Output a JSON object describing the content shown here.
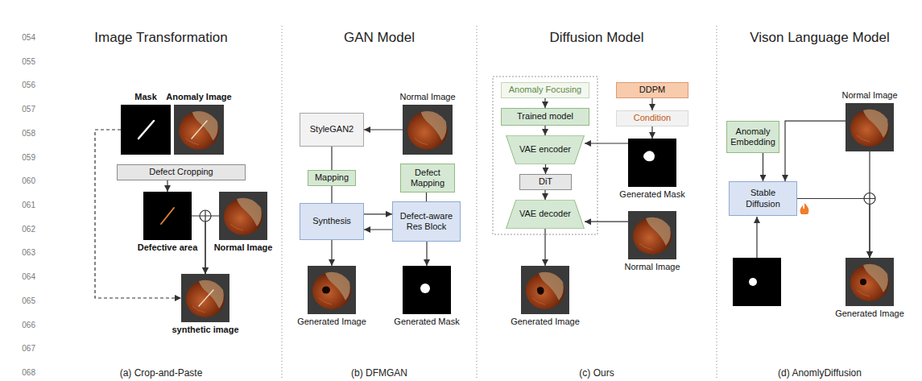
{
  "diagram": {
    "nodes": [
      {
        "text": [
          "Mask"
        ]
      },
      {
        "text": [
          "Anomaly Image"
        ]
      },
      {
        "text": [
          "Defect Cropping"
        ]
      },
      {
        "text": [
          "Defective area"
        ]
      },
      {
        "text": [
          "Normal Image"
        ]
      },
      {
        "text": [
          "synthetic image"
        ]
      },
      {
        "text": [
          "StyleGAN2"
        ]
      },
      {
        "text": [
          "Normal Image"
        ]
      },
      {
        "text": [
          "Mapping"
        ]
      },
      {
        "text": [
          "Defect Mapping"
        ]
      },
      {
        "text": [
          "Synthesis"
        ]
      },
      {
        "text": [
          "Defect-aware Res Block"
        ]
      },
      {
        "text": [
          "Generated Image"
        ]
      },
      {
        "text": [
          "Generated Mask"
        ]
      },
      {
        "text": [
          "Anomaly Focusing"
        ]
      },
      {
        "text": [
          "DDPM"
        ]
      },
      {
        "text": [
          "Trained model"
        ]
      },
      {
        "text": [
          "Condition"
        ]
      },
      {
        "text": [
          "VAE encoder"
        ]
      },
      {
        "text": [
          "Generated Mask"
        ]
      },
      {
        "text": [
          "DiT"
        ]
      },
      {
        "text": [
          "VAE decoder"
        ]
      },
      {
        "text": [
          "Normal Image"
        ]
      },
      {
        "text": [
          "Generated Image"
        ]
      },
      {
        "text": [
          "Anomaly Embedding"
        ]
      },
      {
        "text": [
          "Normal Image"
        ]
      },
      {
        "text": [
          "Stable Diffusion"
        ]
      },
      {
        "text": [
          "Generated Image"
        ]
      }
    ],
    "edges": [
      {
        "from": 2,
        "to": 3,
        "arrow": "to"
      },
      {
        "from": 3,
        "to": 5,
        "arrow": "to"
      },
      {
        "from": 4,
        "to": 5,
        "arrow": "to"
      },
      {
        "from": 0,
        "to": 5,
        "arrow": "to"
      },
      {
        "from": 7,
        "to": 6,
        "arrow": "to"
      },
      {
        "from": 6,
        "to": 8,
        "arrow": "none"
      },
      {
        "from": 8,
        "to": 10,
        "arrow": "none"
      },
      {
        "from": 9,
        "to": 11,
        "arrow": "none"
      },
      {
        "from": 10,
        "to": 11,
        "arrow": "to"
      },
      {
        "from": 11,
        "to": 10,
        "arrow": "to"
      },
      {
        "from": 10,
        "to": 12,
        "arrow": "to"
      },
      {
        "from": 11,
        "to": 13,
        "arrow": "to"
      },
      {
        "from": 14,
        "to": 16,
        "arrow": "to"
      },
      {
        "from": 16,
        "to": 18,
        "arrow": "to"
      },
      {
        "from": 18,
        "to": 20,
        "arrow": "to"
      },
      {
        "from": 20,
        "to": 21,
        "arrow": "to"
      },
      {
        "from": 15,
        "to": 17,
        "arrow": "to"
      },
      {
        "from": 17,
        "to": 19,
        "arrow": "to"
      },
      {
        "from": 19,
        "to": 18,
        "arrow": "to"
      },
      {
        "from": 22,
        "to": 21,
        "arrow": "to"
      },
      {
        "from": 21,
        "to": 23,
        "arrow": "to"
      },
      {
        "from": 24,
        "to": 26,
        "arrow": "to"
      },
      {
        "from": 25,
        "to": 26,
        "arrow": "to"
      },
      {
        "from": 26,
        "to": 27,
        "arrow": "to"
      },
      {
        "from": 25,
        "to": 27,
        "arrow": "to"
      }
    ],
    "labels": [
      "054",
      "055",
      "056",
      "057",
      "058",
      "059",
      "060",
      "061",
      "062",
      "063",
      "064",
      "065",
      "066",
      "067",
      "068",
      "Image Transformation",
      "GAN Model",
      "Diffusion Model",
      "Vison Language Model",
      "(a) Crop-and-Paste",
      "(b) DFMGAN",
      "(c) Ours",
      "(d) AnomlyDiffusion"
    ]
  }
}
